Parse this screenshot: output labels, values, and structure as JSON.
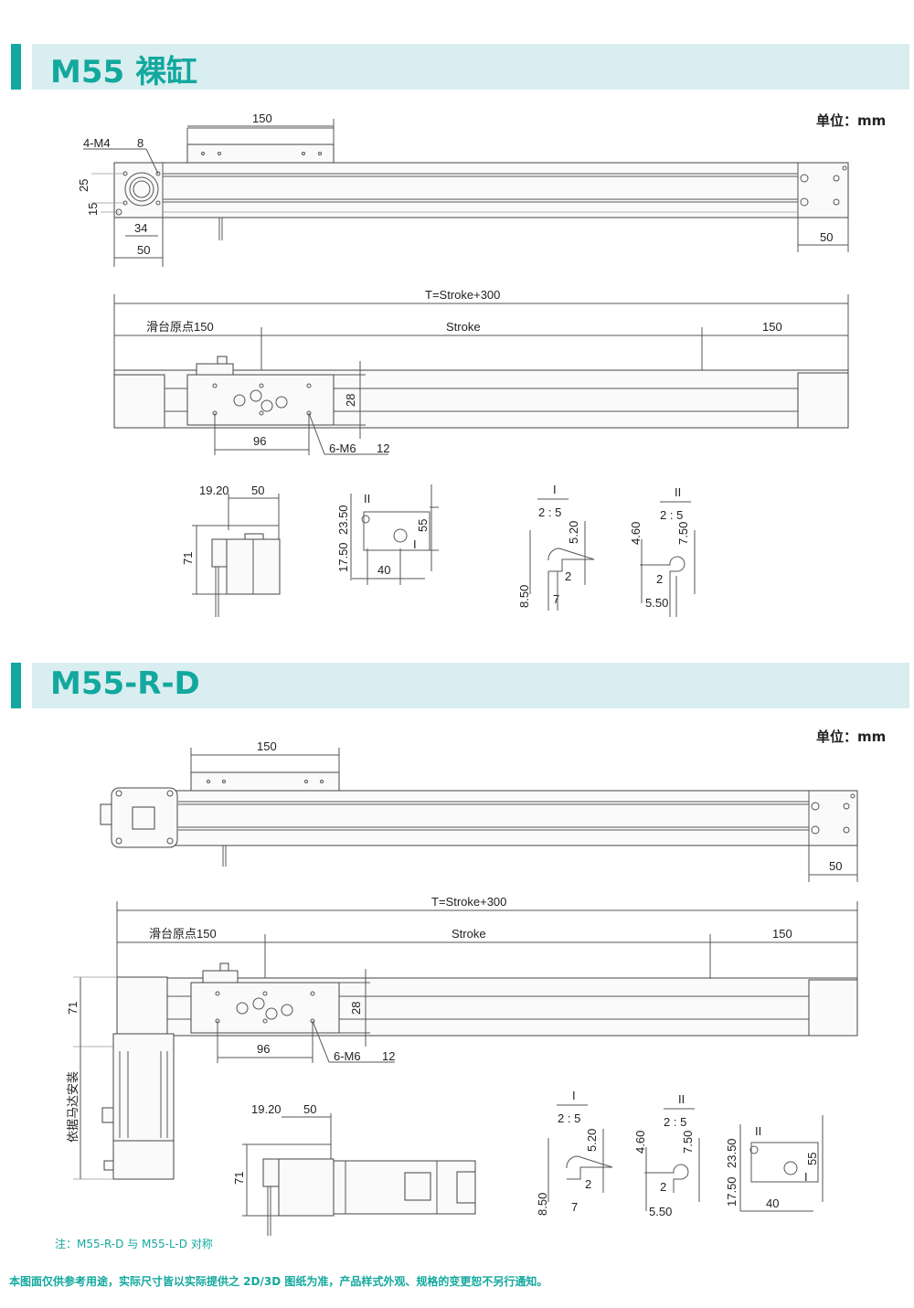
{
  "sections": [
    {
      "title": "M55 裸缸",
      "unit": "单位：mm"
    },
    {
      "title": "M55-R-D",
      "unit": "单位：mm"
    }
  ],
  "drawing1": {
    "top": {
      "carriage_width": "150",
      "hole_spec": "4-M4",
      "hole_depth": "8",
      "d25": "25",
      "d15": "15",
      "d34": "34",
      "d50": "50",
      "end50": "50"
    },
    "side": {
      "total": "T=Stroke+300",
      "origin": "滑台原点150",
      "stroke": "Stroke",
      "end150": "150",
      "h28": "28",
      "d96": "96",
      "thread": "6-M6",
      "thread_depth": "12"
    },
    "end": {
      "d1920": "19.20",
      "d50": "50",
      "h71": "71"
    },
    "profile": {
      "label": "II",
      "d2350": "23.50",
      "d1750": "17.50",
      "d40": "40",
      "d55": "55",
      "mark": "I"
    },
    "detail1": {
      "label": "I",
      "scale": "2 : 5",
      "d520": "5.20",
      "d850": "8.50",
      "d2": "2",
      "d7": "7"
    },
    "detail2": {
      "label": "II",
      "scale": "2 : 5",
      "d460": "4.60",
      "d750": "7.50",
      "d2": "2",
      "d550": "5.50"
    }
  },
  "drawing2": {
    "top": {
      "carriage_width": "150",
      "end50": "50"
    },
    "side": {
      "total": "T=Stroke+300",
      "origin": "滑台原点150",
      "stroke": "Stroke",
      "end150": "150",
      "h28": "28",
      "d96": "96",
      "thread": "6-M6",
      "thread_depth": "12",
      "h71": "71",
      "motor_note": "依据马达安装"
    },
    "end": {
      "d1920": "19.20",
      "d50": "50",
      "h71": "71"
    },
    "detail1": {
      "label": "I",
      "scale": "2 : 5",
      "d520": "5.20",
      "d850": "8.50",
      "d2": "2",
      "d7": "7"
    },
    "detail2": {
      "label": "II",
      "scale": "2 : 5",
      "d460": "4.60",
      "d750": "7.50",
      "d2": "2",
      "d550": "5.50"
    },
    "profile": {
      "label": "II",
      "d2350": "23.50",
      "d1750": "17.50",
      "d40": "40",
      "d55": "55",
      "mark": "I"
    }
  },
  "note": "注：M55-R-D 与 M55-L-D 对称",
  "footer": "本图面仅供参考用途，实际尺寸皆以实际提供之 2D/3D 图纸为准，产品样式外观、规格的变更恕不另行通知。",
  "colors": {
    "accent": "#13a89e",
    "band": "#d9eef0"
  }
}
